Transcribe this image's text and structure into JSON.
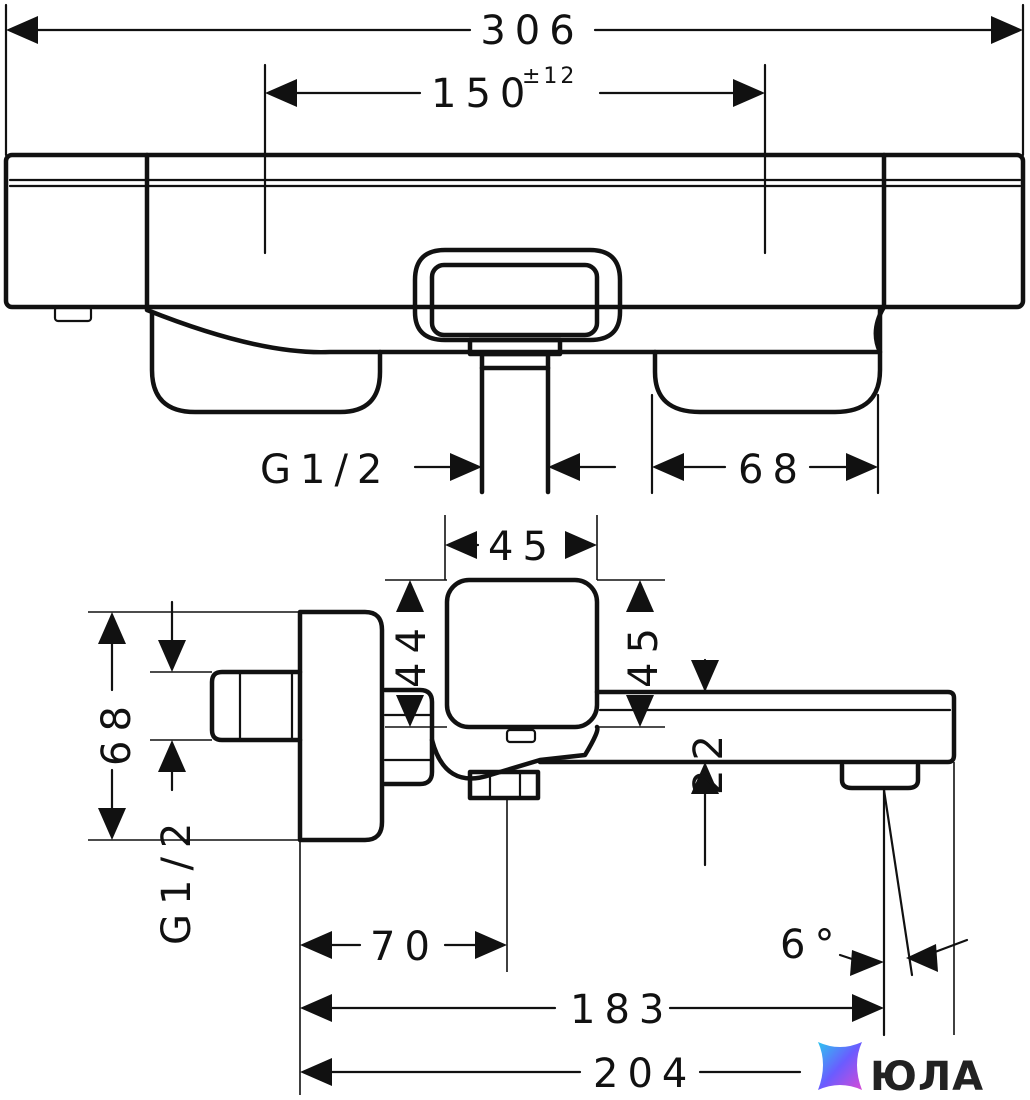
{
  "dimensions": {
    "overall_width": "306",
    "mount_spacing": "150",
    "mount_tolerance": "±12",
    "inlet_thread_front": "G1/2",
    "handle_width": "68",
    "body_width_side": "45",
    "body_height_left": "44",
    "body_height_right": "45",
    "spout_offset": "22",
    "connection_height": "68",
    "inlet_thread_side": "G1/2",
    "wall_to_inlet": "70",
    "wall_to_outlet": "183",
    "total_projection": "204",
    "spout_angle": "6°"
  },
  "brand": {
    "name": "ЮЛА",
    "colors": [
      "#2ec5f0",
      "#6a5cff",
      "#d64bd6"
    ]
  }
}
